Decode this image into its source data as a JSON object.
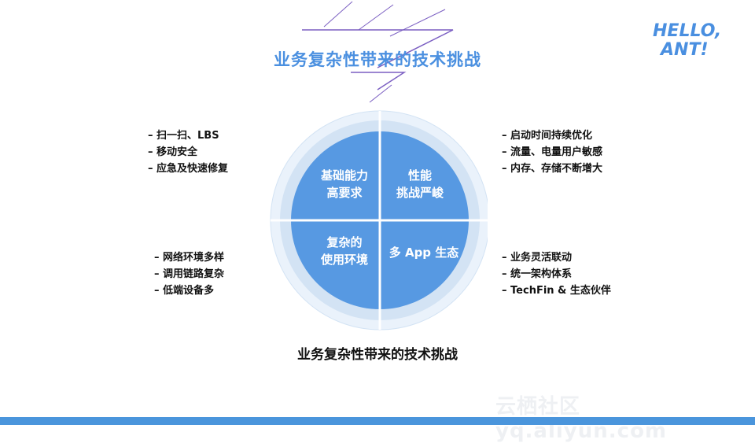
{
  "title": "业务复杂性带来的技术挑战",
  "caption": "业务复杂性带来的技术挑战",
  "logo": {
    "line1": "HELLO,",
    "line2": "ANT!"
  },
  "quadrants": {
    "top_left": [
      "基础能力",
      "高要求"
    ],
    "top_right": [
      "性能",
      "挑战严峻"
    ],
    "bottom_left": [
      "复杂的",
      "使用环境"
    ],
    "bottom_right": [
      "多 App 生态"
    ]
  },
  "lists": {
    "top_left": [
      "– 扫一扫、LBS",
      "– 移动安全",
      "– 应急及快速修复"
    ],
    "top_right": [
      "– 启动时间持续优化",
      "– 流量、电量用户敏感",
      "– 内存、存储不断增大"
    ],
    "bottom_left": [
      "– 网络环境多样",
      "– 调用链路复杂",
      "– 低端设备多"
    ],
    "bottom_right": [
      "– 业务灵活联动",
      "– 统一架构体系",
      "– TechFin & 生态伙伴"
    ]
  },
  "watermark": "云栖社区 yq.aliyun.com",
  "colors": {
    "accent": "#4b90e0",
    "quadrant": "#5799e2",
    "ring": "#d3e3f4",
    "triangle": "#7b5fc2",
    "bottom_bar": "#4a95dc"
  }
}
